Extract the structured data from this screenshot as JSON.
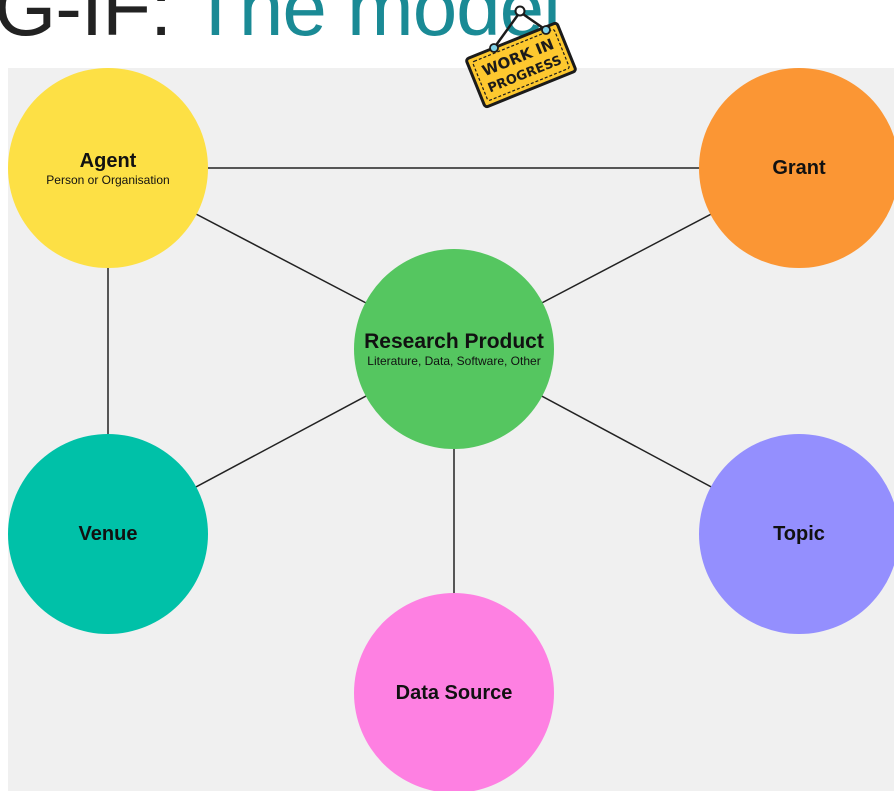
{
  "header": {
    "title_part1": "G-IF: ",
    "title_part2": "The model",
    "badge_line1": "WORK IN",
    "badge_line2": "PROGRESS"
  },
  "nodes": {
    "agent": {
      "title": "Agent",
      "subtitle": "Person or Organisation",
      "color": "#fde045"
    },
    "grant": {
      "title": "Grant",
      "color": "#fb9634"
    },
    "product": {
      "title": "Research Product",
      "subtitle": "Literature, Data, Software, Other",
      "color": "#55c660"
    },
    "venue": {
      "title": "Venue",
      "color": "#00c1a8"
    },
    "topic": {
      "title": "Topic",
      "color": "#948ffe"
    },
    "source": {
      "title": "Data Source",
      "color": "#fe80e2"
    }
  },
  "edges": [
    [
      "agent",
      "grant"
    ],
    [
      "agent",
      "product"
    ],
    [
      "agent",
      "venue"
    ],
    [
      "grant",
      "product"
    ],
    [
      "product",
      "venue"
    ],
    [
      "product",
      "topic"
    ],
    [
      "product",
      "source"
    ]
  ],
  "colors": {
    "background": "#f0f0f0",
    "edge": "#222222",
    "title_accent": "#1a8a95",
    "badge": "#fdc82f"
  }
}
